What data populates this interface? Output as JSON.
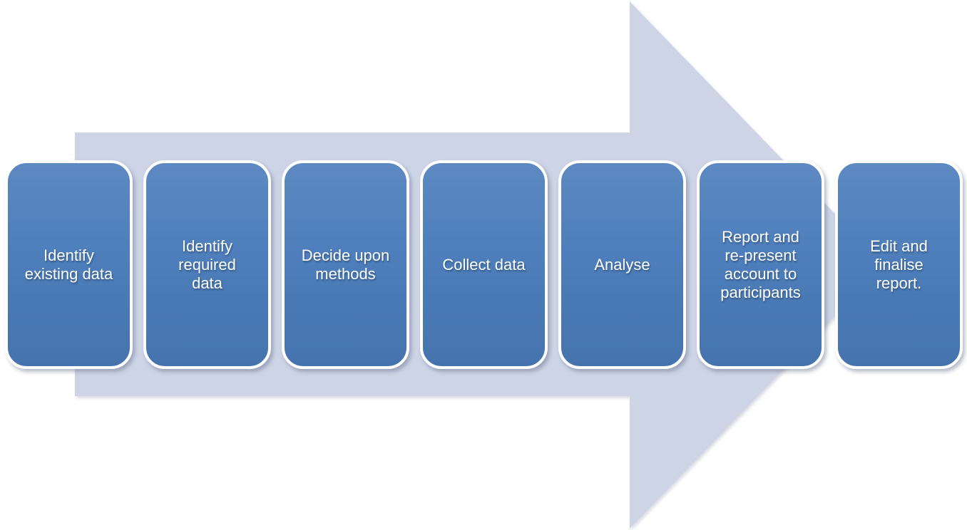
{
  "diagram": {
    "type": "process-flow",
    "direction": "left-to-right",
    "steps": [
      {
        "label": "Identify\nexisting data"
      },
      {
        "label": "Identify\nrequired\ndata"
      },
      {
        "label": "Decide upon\nmethods"
      },
      {
        "label": "Collect data"
      },
      {
        "label": "Analyse"
      },
      {
        "label": "Report and\nre-present\naccount to\nparticipants"
      },
      {
        "label": "Edit and\nfinalise\nreport."
      }
    ],
    "colors": {
      "step_fill": "#4a7cba",
      "step_border": "#ffffff",
      "step_text": "#ffffff",
      "arrow_fill": "#ccd4e6",
      "background": "#ffffff"
    }
  }
}
